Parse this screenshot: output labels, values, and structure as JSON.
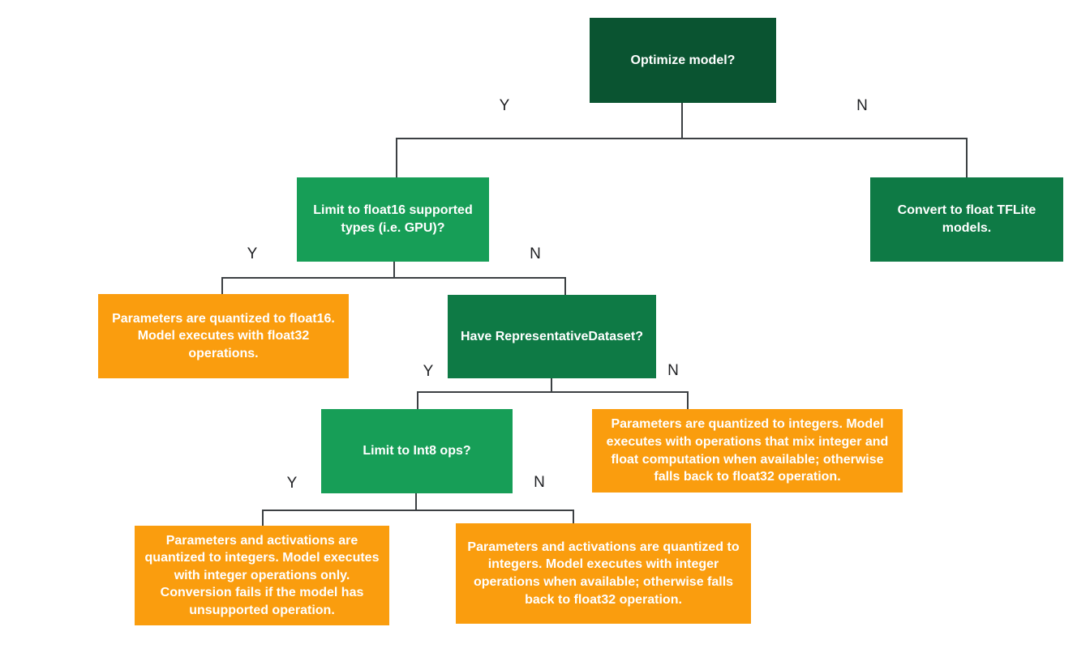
{
  "diagram": {
    "type": "flowchart-decision-tree"
  },
  "nodes": {
    "optimize": {
      "label": "Optimize model?"
    },
    "float16": {
      "label": "Limit to float16 supported types (i.e. GPU)?"
    },
    "convert": {
      "label": "Convert to float TFLite models."
    },
    "quant_f16": {
      "label": "Parameters are quantized to float16. Model executes with float32 operations."
    },
    "repdata": {
      "label": "Have RepresentativeDataset?"
    },
    "int8": {
      "label": "Limit to Int8 ops?"
    },
    "mixed": {
      "label": "Parameters are quantized to integers. Model executes with operations that mix integer and float computation when available; otherwise falls back to float32 operation."
    },
    "int_only": {
      "label": "Parameters and activations are quantized to integers. Model executes with integer operations only. Conversion fails if the model has unsupported operation."
    },
    "int_fallback": {
      "label": "Parameters and activations are quantized to integers. Model executes with integer operations when available; otherwise falls back to float32 operation."
    }
  },
  "branch_labels": {
    "yes": "Y",
    "no": "N"
  },
  "colors": {
    "decision_root_green": "#0a5431",
    "action_green": "#0e7a45",
    "decision_bright_green": "#179e57",
    "result_orange": "#fa9d0e",
    "connector_line": "#3c4043",
    "node_text": "#ffffff",
    "branch_label_text": "#202124",
    "background": "#ffffff"
  }
}
